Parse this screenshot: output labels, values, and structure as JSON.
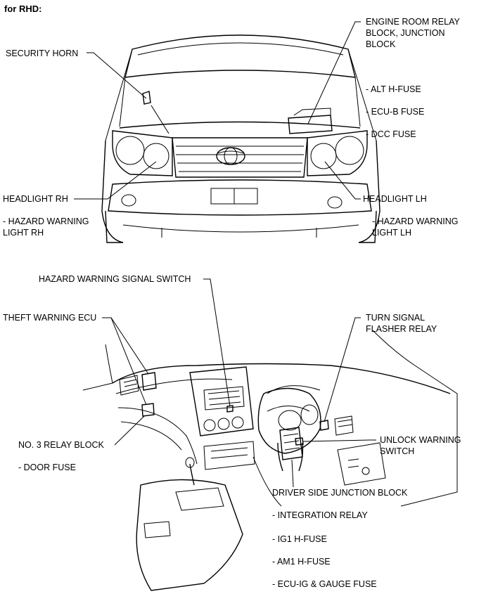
{
  "heading": "for RHD:",
  "top_labels": {
    "security_horn": "SECURITY HORN",
    "engine_room_relay": [
      "ENGINE ROOM RELAY",
      "BLOCK, JUNCTION",
      "BLOCK"
    ],
    "alt_fuse": "- ALT H-FUSE",
    "ecu_b_fuse": "- ECU-B FUSE",
    "dcc_fuse": "- DCC FUSE",
    "headlight_rh": "HEADLIGHT RH",
    "hazard_rh": [
      "- HAZARD WARNING",
      "LIGHT RH"
    ],
    "headlight_lh": "HEADLIGHT LH",
    "hazard_lh": [
      "- HAZARD WARNING",
      "LIGHT LH"
    ]
  },
  "bottom_labels": {
    "hazard_switch": "HAZARD WARNING SIGNAL SWITCH",
    "theft_ecu": "THEFT WARNING ECU",
    "turn_signal": [
      "TURN SIGNAL",
      "FLASHER RELAY"
    ],
    "no3_relay": "NO. 3 RELAY BLOCK",
    "door_fuse": "- DOOR FUSE",
    "unlock_switch": [
      "UNLOCK WARNING",
      "SWITCH"
    ],
    "driver_jb": "DRIVER SIDE JUNCTION BLOCK",
    "integration_relay": "- INTEGRATION RELAY",
    "ig1_fuse": "- IG1 H-FUSE",
    "am1_fuse": "- AM1 H-FUSE",
    "ecu_ig_fuse": "- ECU-IG & GAUGE FUSE"
  }
}
